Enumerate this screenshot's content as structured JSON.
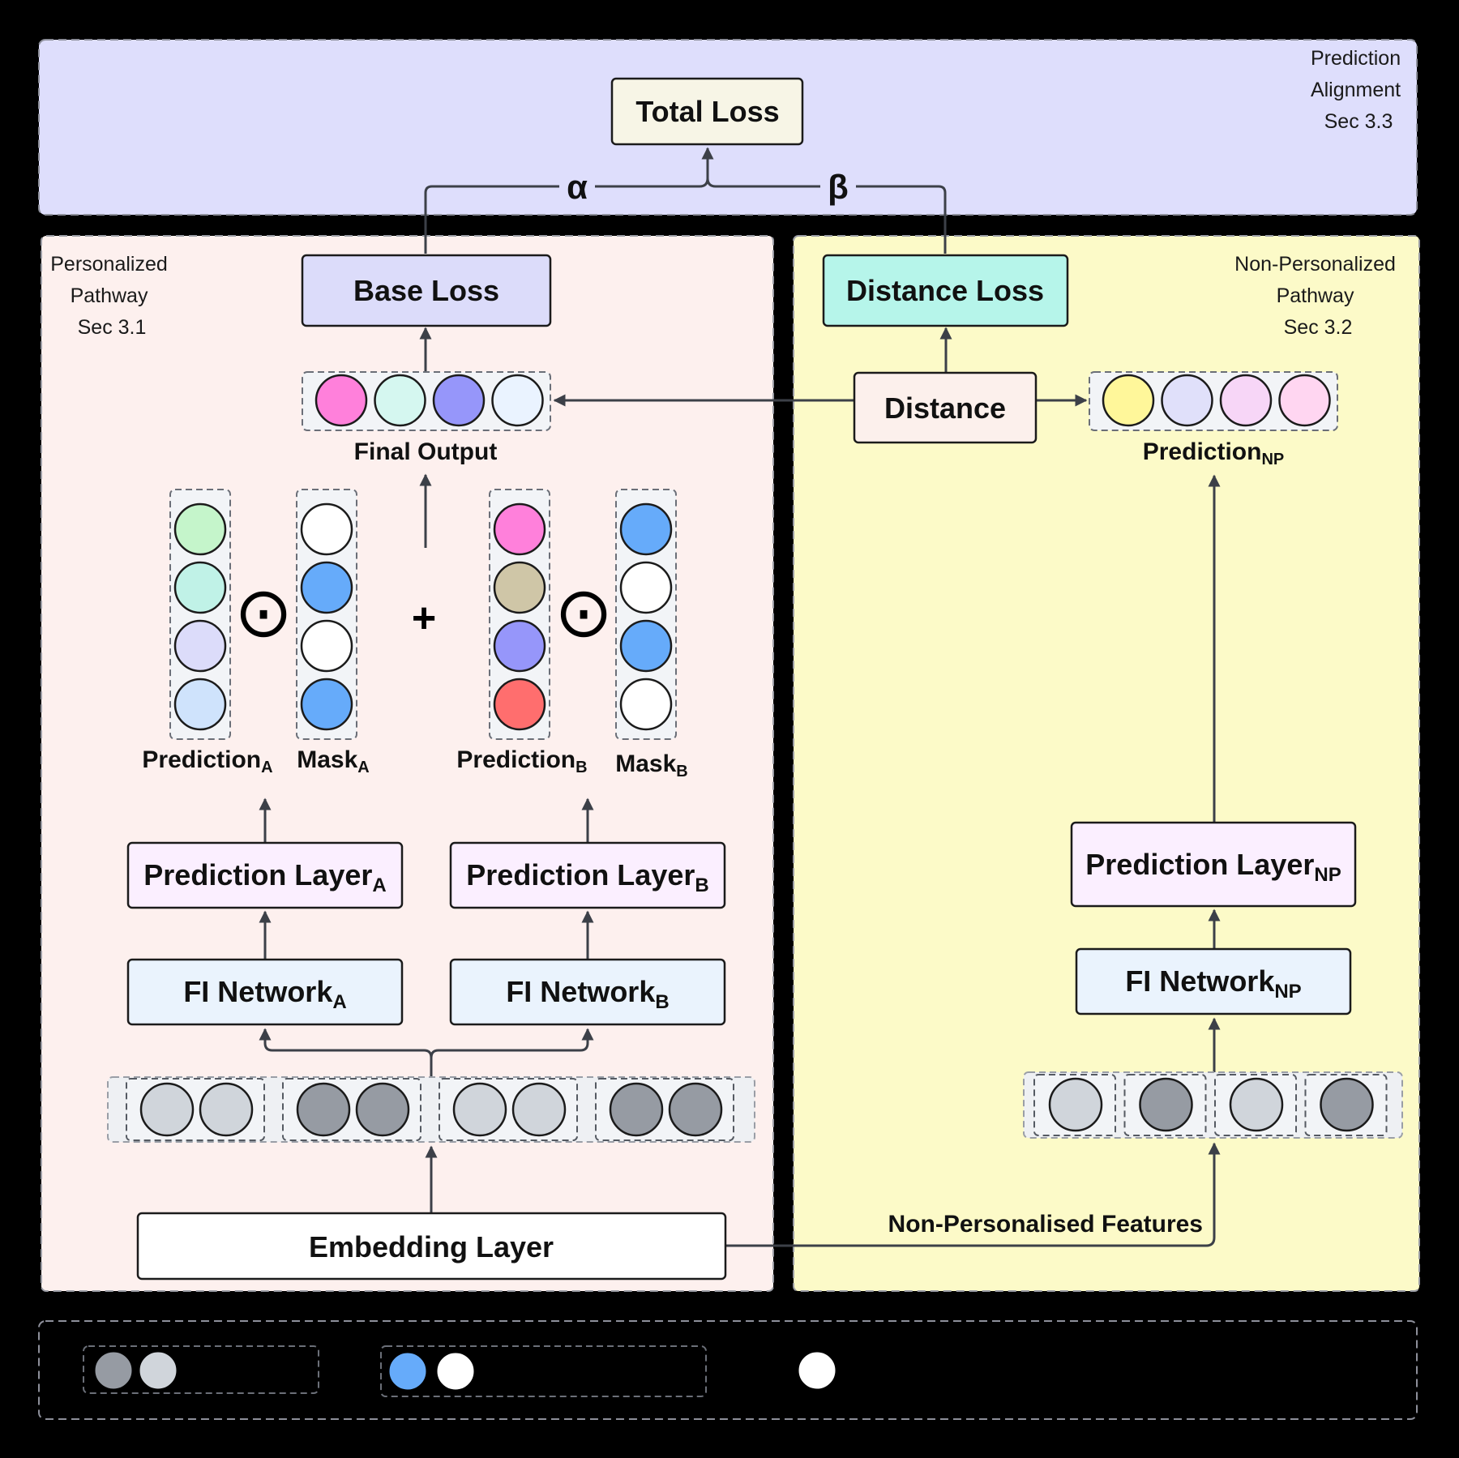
{
  "top_panel": {
    "label_lines": [
      "Prediction",
      "Alignment",
      "Sec 3.3"
    ],
    "total_loss": "Total Loss",
    "alpha": "α",
    "beta": "β"
  },
  "personalized": {
    "label_lines": [
      "Personalized",
      "Pathway",
      "Sec 3.1"
    ],
    "base_loss": "Base Loss",
    "final_output": "Final Output",
    "final_output_colors": [
      "#ff80db",
      "#d5f7f0",
      "#9696fa",
      "#eaf3ff"
    ],
    "pred_a": {
      "base": "Prediction",
      "sub": "A",
      "colors": [
        "#c5f5cb",
        "#c0f2e7",
        "#dcdcfa",
        "#cfe3fc"
      ]
    },
    "mask_a": {
      "base": "Mask",
      "sub": "A",
      "colors": [
        "#ffffff",
        "#66abfa",
        "#ffffff",
        "#66abfa"
      ]
    },
    "pred_b": {
      "base": "Prediction",
      "sub": "B",
      "colors": [
        "#ff80db",
        "#cfc6a7",
        "#9696fa",
        "#ff6e6e"
      ]
    },
    "mask_b": {
      "base": "Mask",
      "sub": "B",
      "colors": [
        "#66abfa",
        "#ffffff",
        "#66abfa",
        "#ffffff"
      ]
    },
    "hadamard": "⊙",
    "plus": "+",
    "pred_layer_a": {
      "base": "Prediction Layer",
      "sub": "A"
    },
    "pred_layer_b": {
      "base": "Prediction Layer",
      "sub": "B"
    },
    "fi_a": {
      "base": "FI Network",
      "sub": "A"
    },
    "fi_b": {
      "base": "FI Network",
      "sub": "B"
    },
    "feature_colors": [
      "#d0d5db",
      "#d0d5db",
      "#969ba3",
      "#969ba3",
      "#d0d5db",
      "#d0d5db",
      "#969ba3",
      "#969ba3"
    ],
    "embedding": "Embedding Layer"
  },
  "nonpersonalized": {
    "label_lines": [
      "Non-Personalized",
      "Pathway",
      "Sec 3.2"
    ],
    "distance_loss": "Distance Loss",
    "distance": "Distance",
    "prediction_np": {
      "base": "Prediction",
      "sub": "NP",
      "colors": [
        "#fff79a",
        "#e0e0fa",
        "#f7d6f7",
        "#ffd6f1"
      ]
    },
    "pred_layer_np": {
      "base": "Prediction Layer",
      "sub": "NP"
    },
    "fi_np": {
      "base": "FI Network",
      "sub": "NP"
    },
    "feature_colors": [
      "#d0d5db",
      "#969ba3",
      "#d0d5db",
      "#969ba3"
    ],
    "np_features": "Non-Personalised Features"
  },
  "legend": {
    "group1_colors": [
      "#969ba3",
      "#d0d5db"
    ],
    "group2_colors": [
      "#66abfa",
      "#ffffff"
    ],
    "single_color": "#ffffff"
  },
  "colors": {
    "top_panel_fill": "#dedefc",
    "personalized_fill": "#fdf0ee",
    "nonpersonalized_fill": "#fcfac8",
    "total_loss_fill": "#f7f5e6",
    "base_loss_fill": "#dcdcfa",
    "distance_loss_fill": "#b6f5ea",
    "distance_fill": "#fcf0ec",
    "pred_layer_fill": "#fbefff",
    "fi_fill": "#eaf3fd",
    "embedding_fill": "#ffffff"
  }
}
